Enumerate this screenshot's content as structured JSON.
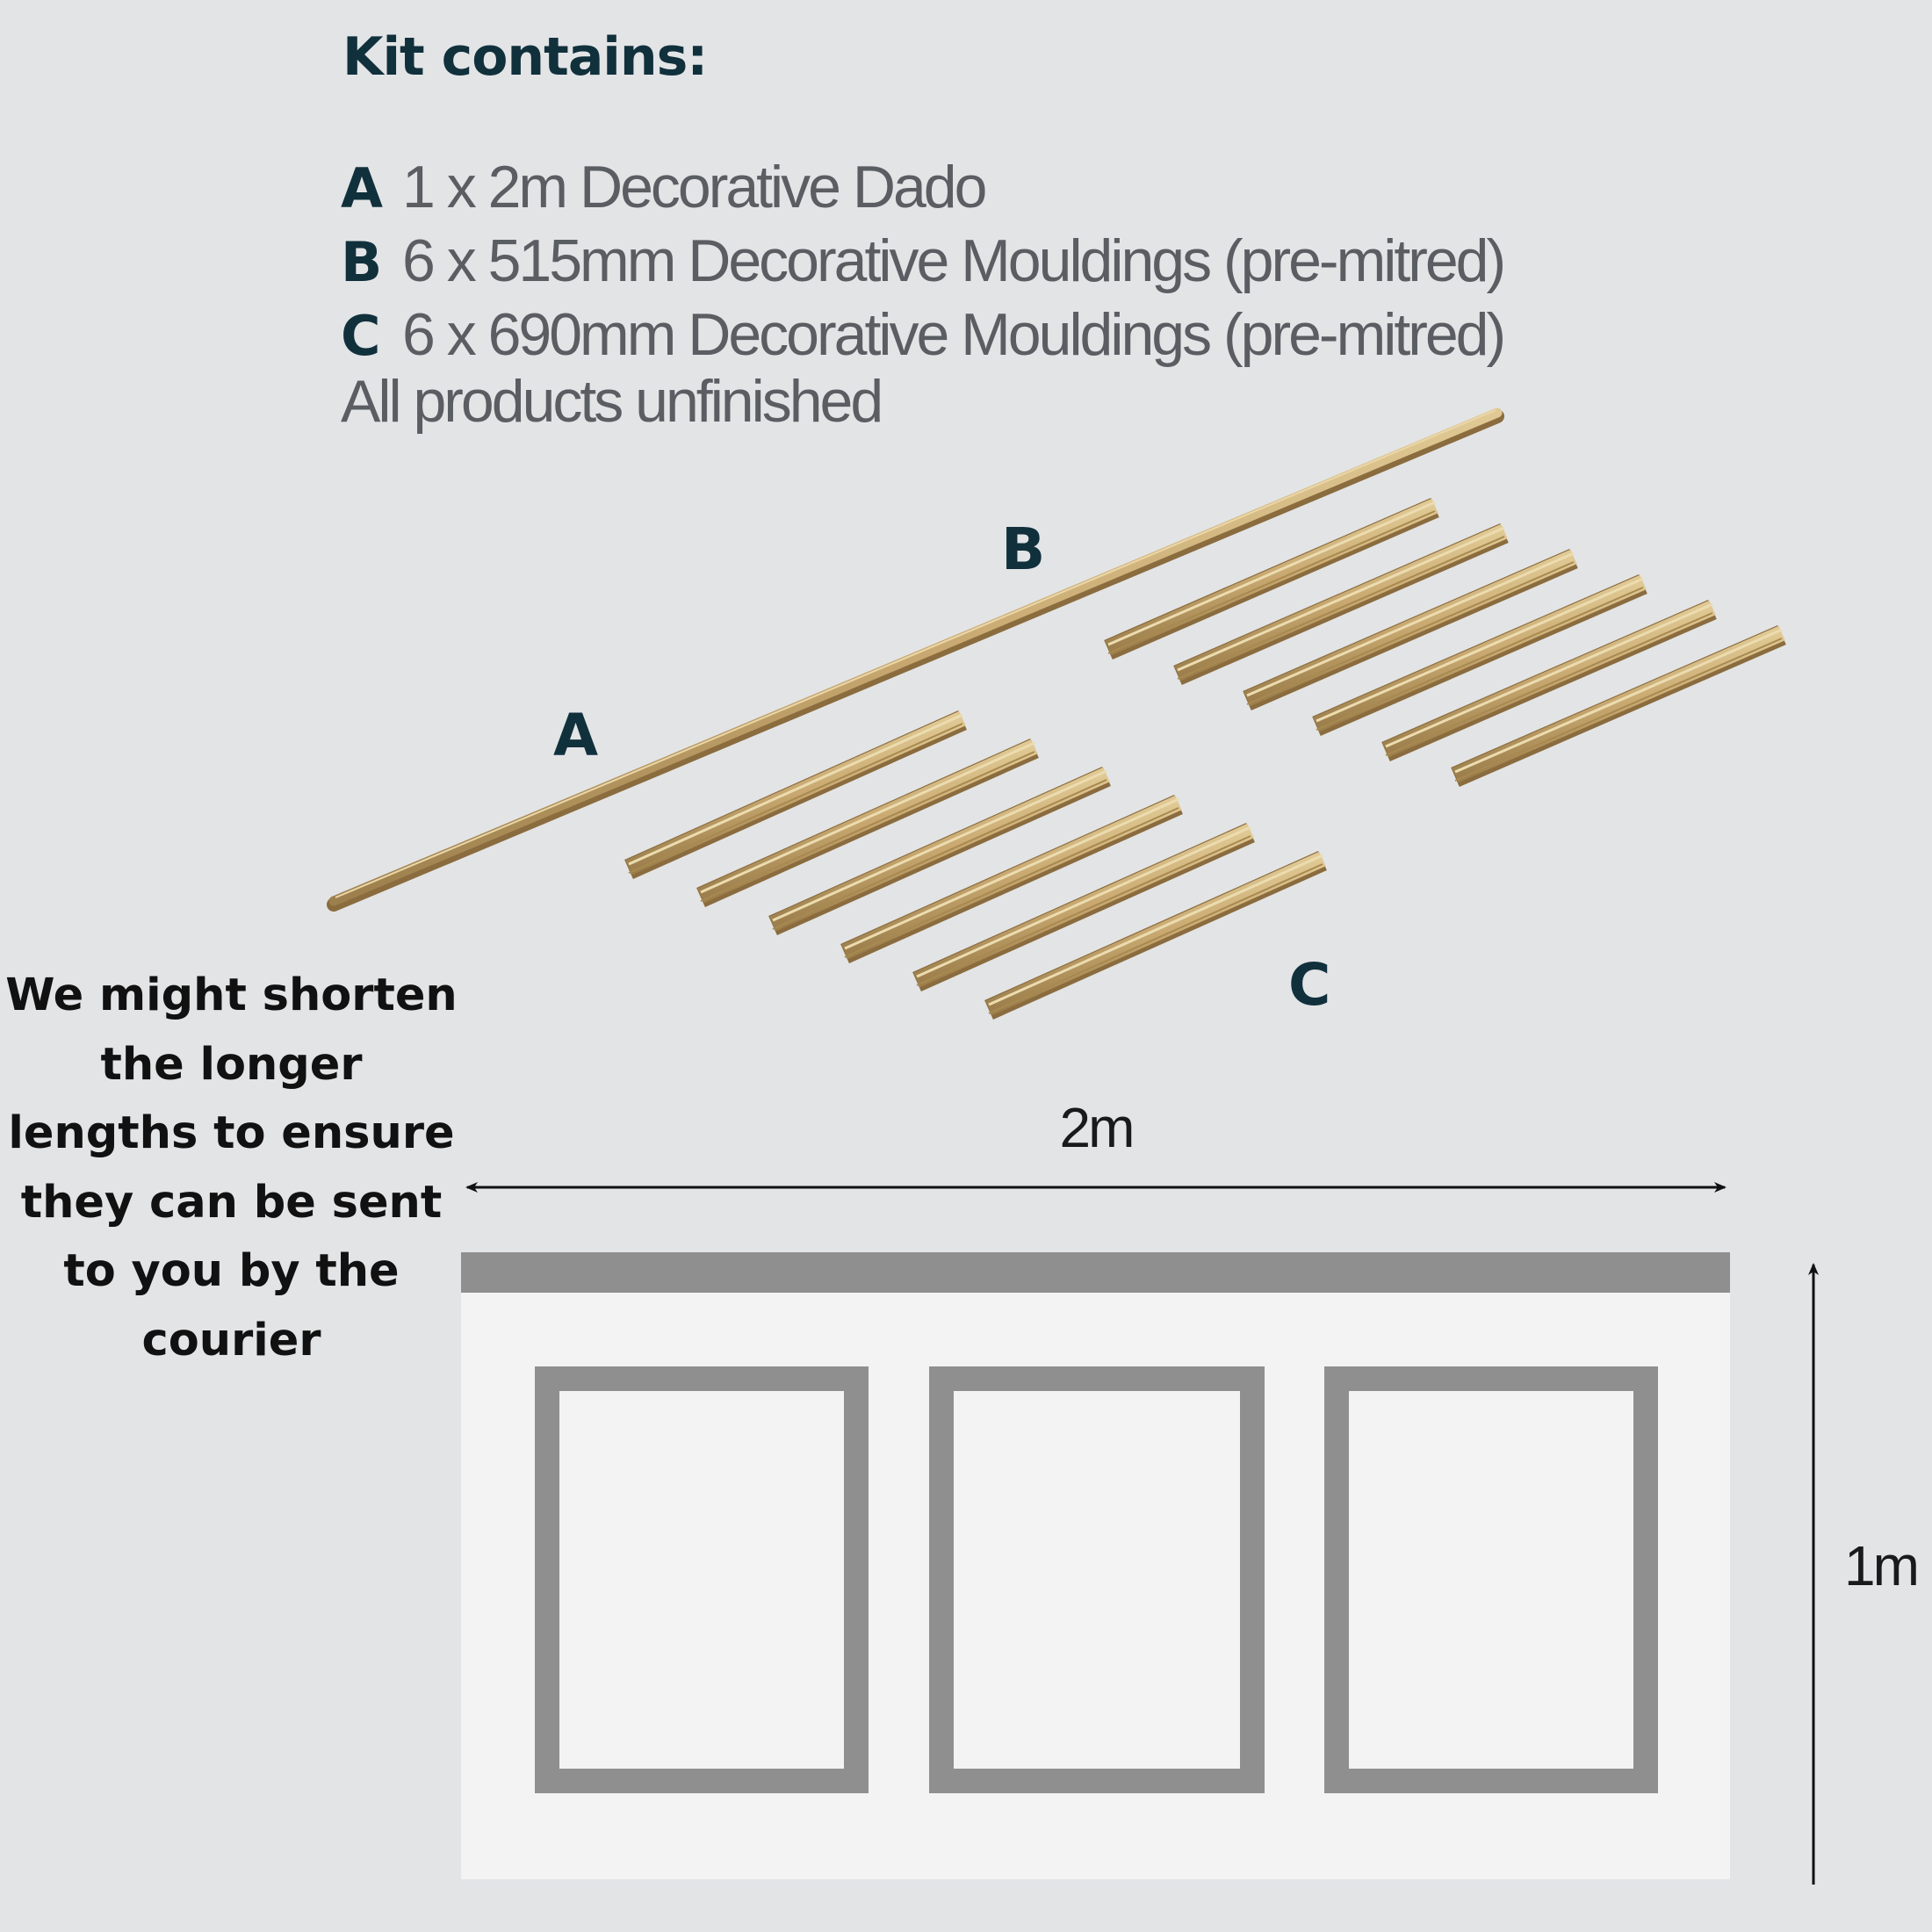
{
  "kit": {
    "title": "Kit contains:",
    "items": [
      {
        "letter": "A",
        "text": "1 x 2m Decorative Dado"
      },
      {
        "letter": "B",
        "text": "6 x 515mm Decorative Mouldings (pre-mitred)"
      },
      {
        "letter": "C",
        "text": "6 x 690mm Decorative Mouldings (pre-mitred)"
      }
    ],
    "note": "All products unfinished"
  },
  "piece_labels": {
    "a": "A",
    "b": "B",
    "c": "C"
  },
  "panel": {
    "width_label": "2m",
    "height_label": "1m",
    "frame_count": 3
  },
  "shipping_note": "We might shorten the longer lengths to ensure they can be sent to you by the courier",
  "colors": {
    "background": "#e3e4e6",
    "label_dark": "#10303c",
    "text_grey": "#5a5e62",
    "wood": "#c8a870",
    "frame_grey": "#8f8f8f",
    "panel_white": "#f3f3f3"
  }
}
